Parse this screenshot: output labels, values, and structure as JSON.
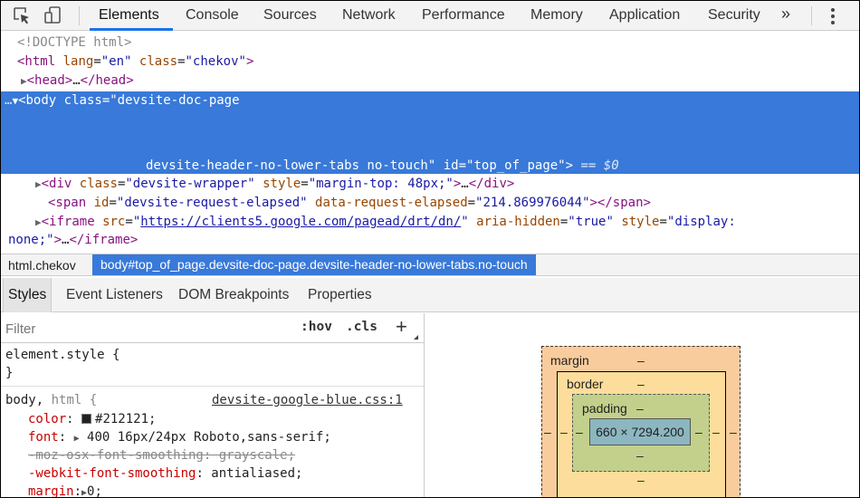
{
  "toolbar": {
    "tabs": [
      "Elements",
      "Console",
      "Sources",
      "Network",
      "Performance",
      "Memory",
      "Application",
      "Security"
    ],
    "more": "»",
    "accent_color": "#1a73e8"
  },
  "dom": {
    "doctype": "<!DOCTYPE html>",
    "html_open": {
      "tag_open": "<html",
      "attr1": "lang",
      "val1": "\"en\"",
      "attr2": "class",
      "val2": "\"chekov\"",
      "tag_close": ">"
    },
    "head": {
      "tag": "<head>",
      "ellipsis": "…",
      "close": "</head>"
    },
    "body": {
      "dots": "…",
      "tag_open": "<body",
      "attr1": "class",
      "val1_part1": "\"devsite-doc-page",
      "val1_part2": "devsite-header-no-lower-tabs no-touch\"",
      "attr2": "id",
      "val2": "\"top_of_page\"",
      "tag_close": ">",
      "marker": "== $0"
    },
    "div": {
      "tag_open": "<div",
      "attr1": "class",
      "val1": "\"devsite-wrapper\"",
      "attr2": "style",
      "val2": "\"margin-top: 48px;\"",
      "tag_close": ">",
      "ellipsis": "…",
      "close": "</div>"
    },
    "span": {
      "tag_open": "<span",
      "attr1": "id",
      "val1": "\"devsite-request-elapsed\"",
      "attr2": "data-request-elapsed",
      "val2": "\"214.869976044\"",
      "tag_close": "></span>"
    },
    "iframe": {
      "tag_open": "<iframe",
      "attr1": "src",
      "val1_q1": "\"",
      "val1_link": "https://clients5.google.com/pagead/drt/dn/",
      "val1_q2": "\"",
      "attr2": "aria-hidden",
      "val2": "\"true\"",
      "attr3": "style",
      "val3_part1": "\"display:",
      "val3_part2": "none;\"",
      "tag_close": ">",
      "ellipsis": "…",
      "close": "</iframe>"
    }
  },
  "breadcrumbs": [
    "html.chekov",
    "body#top_of_page.devsite-doc-page.devsite-header-no-lower-tabs.no-touch"
  ],
  "subtabs": [
    "Styles",
    "Event Listeners",
    "DOM Breakpoints",
    "Properties"
  ],
  "styles": {
    "filter_placeholder": "Filter",
    "hov": ":hov",
    "cls": ".cls",
    "add": "+",
    "element_style_selector": "element.style {",
    "close_brace": "}",
    "rule_selector_body": "body,",
    "rule_selector_html": "html {",
    "rule_source": "devsite-google-blue.css:1",
    "properties": [
      {
        "name": "color",
        "value": "#212121",
        "strike": false,
        "swatch": "#212121"
      },
      {
        "name": "font",
        "value": "400 16px/24px Roboto,sans-serif",
        "strike": false
      },
      {
        "name": "-moz-osx-font-smoothing",
        "value": "grayscale",
        "strike": true
      },
      {
        "name": "-webkit-font-smoothing",
        "value": "antialiased",
        "strike": false
      },
      {
        "name": "margin",
        "value": "0",
        "strike": false
      }
    ]
  },
  "box_model": {
    "margin_label": "margin",
    "border_label": "border",
    "padding_label": "padding",
    "dash": "–",
    "content": "660 × 7294.200",
    "colors": {
      "margin": "#f9cc9d",
      "border": "#fddd9b",
      "padding": "#c3d08b",
      "content": "#8cb6c0"
    }
  }
}
